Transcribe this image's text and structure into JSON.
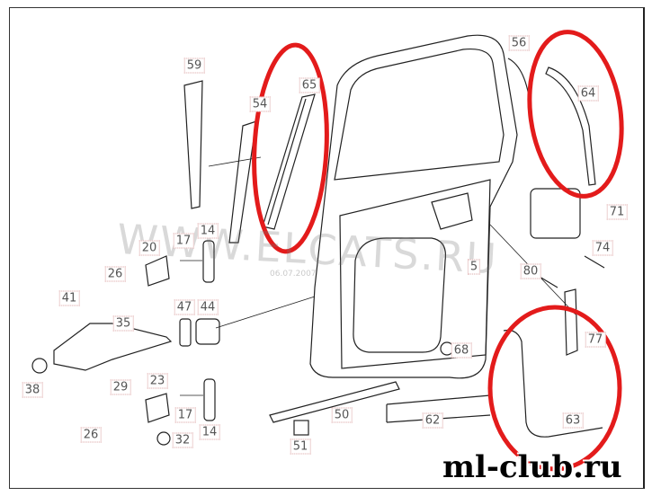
{
  "diagram": {
    "watermark": "WWW.ELCATS.RU",
    "watermark_small": "06.07.2007",
    "brand": "ml-club.ru",
    "highlight_color": "#e31b1b",
    "callouts": [
      {
        "id": "p59",
        "label": "59"
      },
      {
        "id": "p65",
        "label": "65"
      },
      {
        "id": "p54",
        "label": "54"
      },
      {
        "id": "p56",
        "label": "56"
      },
      {
        "id": "p64",
        "label": "64"
      },
      {
        "id": "p71",
        "label": "71"
      },
      {
        "id": "p74",
        "label": "74"
      },
      {
        "id": "p80",
        "label": "80"
      },
      {
        "id": "p77",
        "label": "77"
      },
      {
        "id": "p5",
        "label": "5"
      },
      {
        "id": "p14a",
        "label": "14"
      },
      {
        "id": "p17a",
        "label": "17"
      },
      {
        "id": "p20",
        "label": "20"
      },
      {
        "id": "p26a",
        "label": "26"
      },
      {
        "id": "p41",
        "label": "41"
      },
      {
        "id": "p35",
        "label": "35"
      },
      {
        "id": "p47",
        "label": "47"
      },
      {
        "id": "p44",
        "label": "44"
      },
      {
        "id": "p68",
        "label": "68"
      },
      {
        "id": "p38",
        "label": "38"
      },
      {
        "id": "p29",
        "label": "29"
      },
      {
        "id": "p23",
        "label": "23"
      },
      {
        "id": "p17b",
        "label": "17"
      },
      {
        "id": "p14b",
        "label": "14"
      },
      {
        "id": "p26b",
        "label": "26"
      },
      {
        "id": "p32",
        "label": "32"
      },
      {
        "id": "p50",
        "label": "50"
      },
      {
        "id": "p51",
        "label": "51"
      },
      {
        "id": "p62",
        "label": "62"
      },
      {
        "id": "p63",
        "label": "63"
      }
    ]
  }
}
